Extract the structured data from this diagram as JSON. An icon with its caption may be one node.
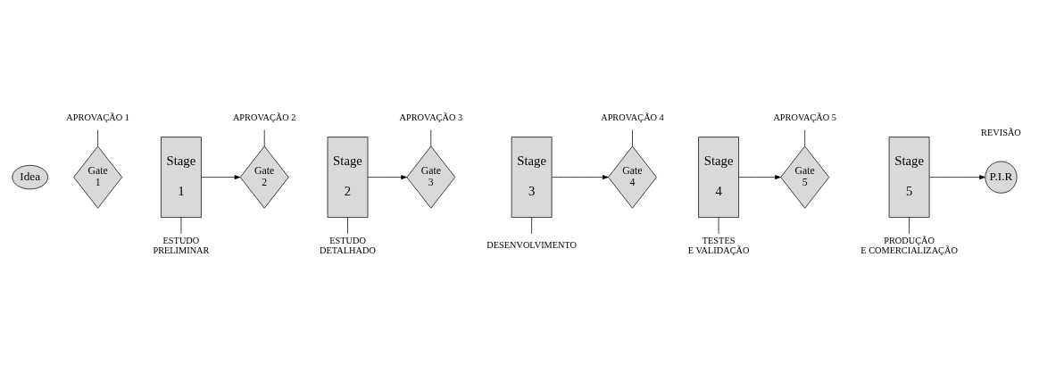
{
  "diagram": {
    "nodes": [
      {
        "text": [
          "Idea"
        ]
      },
      {
        "text": [
          "Gate 1"
        ]
      },
      {
        "text": [
          "Stage 1"
        ]
      },
      {
        "text": [
          "Gate 2"
        ]
      },
      {
        "text": [
          "Stage 2"
        ]
      },
      {
        "text": [
          "Gate 3"
        ]
      },
      {
        "text": [
          "Stage 3"
        ]
      },
      {
        "text": [
          "Gate 4"
        ]
      },
      {
        "text": [
          "Stage 4"
        ]
      },
      {
        "text": [
          "Gate 5"
        ]
      },
      {
        "text": [
          "Stage 5"
        ]
      },
      {
        "text": [
          "P.I.R"
        ]
      },
      {
        "text": [
          "APROVAÇÃO 1"
        ]
      },
      {
        "text": [
          "APROVAÇÃO 2"
        ]
      },
      {
        "text": [
          "APROVAÇÃO 3"
        ]
      },
      {
        "text": [
          "APROVAÇÃO 4"
        ]
      },
      {
        "text": [
          "APROVAÇÃO 5"
        ]
      },
      {
        "text": [
          "ESTUDO PRELIMINAR"
        ]
      },
      {
        "text": [
          "ESTUDO DETALHADO"
        ]
      },
      {
        "text": [
          "DESENVOLVIMENTO"
        ]
      },
      {
        "text": [
          "TESTES E VALIDAÇÃO"
        ]
      },
      {
        "text": [
          "PRODUÇÃO E COMERCIALIZAÇÃO"
        ]
      }
    ],
    "edges": [
      {
        "from": 2,
        "to": 3,
        "arrow": "to"
      },
      {
        "from": 4,
        "to": 5,
        "arrow": "to"
      },
      {
        "from": 6,
        "to": 7,
        "arrow": "to"
      },
      {
        "from": 8,
        "to": 9,
        "arrow": "to"
      },
      {
        "from": 10,
        "to": 11,
        "arrow": "to"
      },
      {
        "from": 12,
        "to": 1,
        "arrow": "none"
      },
      {
        "from": 13,
        "to": 3,
        "arrow": "none"
      },
      {
        "from": 14,
        "to": 5,
        "arrow": "none"
      },
      {
        "from": 15,
        "to": 7,
        "arrow": "none"
      },
      {
        "from": 16,
        "to": 9,
        "arrow": "none"
      },
      {
        "from": 2,
        "to": 17,
        "arrow": "none"
      },
      {
        "from": 4,
        "to": 18,
        "arrow": "none"
      },
      {
        "from": 6,
        "to": 19,
        "arrow": "none"
      },
      {
        "from": 8,
        "to": 20,
        "arrow": "none"
      },
      {
        "from": 10,
        "to": 21,
        "arrow": "none"
      }
    ],
    "labels": [
      "REVISÃO"
    ]
  }
}
